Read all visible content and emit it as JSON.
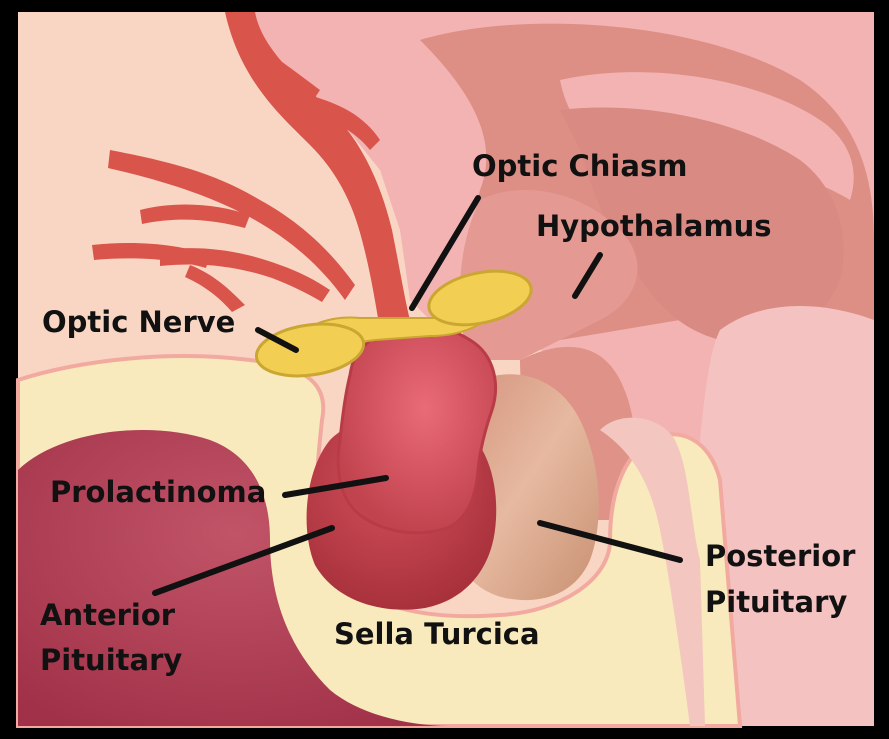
{
  "labels": {
    "optic_chiasm": "Optic Chiasm",
    "hypothalamus": "Hypothalamus",
    "optic_nerve": "Optic Nerve",
    "prolactinoma": "Prolactinoma",
    "posterior_pituitary_line1": "Posterior",
    "posterior_pituitary_line2": "Pituitary",
    "anterior_pituitary_line1": "Anterior",
    "anterior_pituitary_line2": "Pituitary",
    "sella_turcica": "Sella Turcica"
  }
}
